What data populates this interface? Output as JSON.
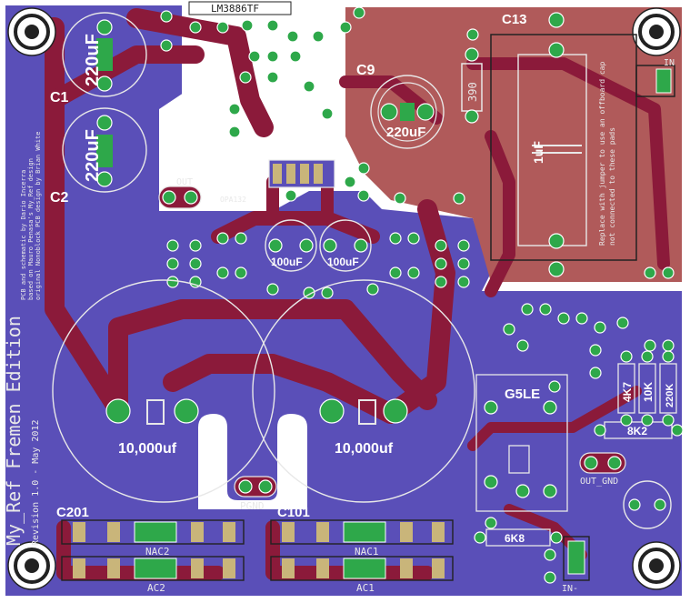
{
  "colors": {
    "background": "#ffffff",
    "bottom_copper": "#5a4fb8",
    "top_copper": "#b05a5a",
    "trace": "#8b1a3a",
    "pad": "#2ea84a",
    "silkscreen": "#e8e8e8"
  },
  "labels": {
    "c1": "C1",
    "c2": "C2",
    "c1_value": "220uF",
    "c2_value": "220uF",
    "c9": "C9",
    "c9_value": "220uF",
    "c13": "C13",
    "c13_value": "1uF",
    "c13_note_1": "Replace with jumper to use an offboard cap",
    "c13_note_2": "not connected to these pads",
    "r390": "390",
    "out": "OUT",
    "cap_bank_left": "100uF",
    "cap_bank_right": "100uF",
    "big_cap_left": "10,000uf",
    "big_cap_right": "10,000uf",
    "pgnd": "PGND",
    "c201": "C201",
    "c101": "C101",
    "nac1": "NAC1",
    "nac2": "NAC2",
    "ac1": "AC1",
    "ac2": "AC2",
    "g5le": "G5LE",
    "out_gnd": "OUT_GND",
    "r6k8": "6K8",
    "r8k2": "8K2",
    "r4k7": "4K7",
    "r10k": "10K",
    "r220k": "220K",
    "in": "IN",
    "in_minus": "IN-",
    "title": "My_Ref Fremen Edition",
    "revision": "Revision 1.0 - May 2012",
    "credits_1": "PCB and schematic by Dario Incerra",
    "credits_2": "based on Mauro Penasa's My_Ref design",
    "credits_3": "original Nonoblock PCB design by Brian White",
    "top_text": "LM3886TF",
    "opamp": "OPA132"
  }
}
